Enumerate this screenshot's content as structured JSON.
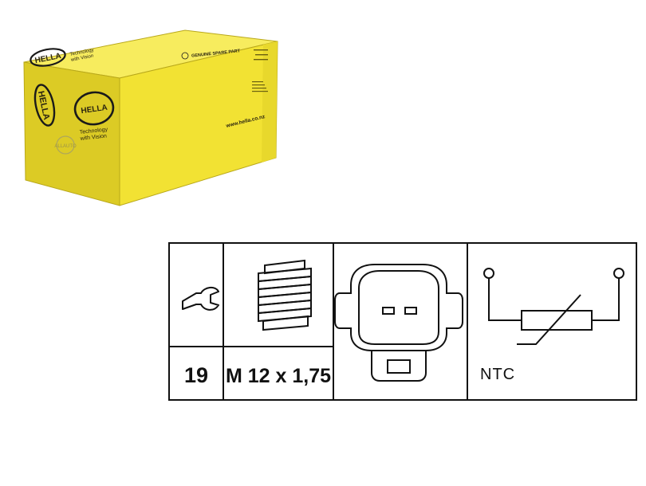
{
  "product_box": {
    "brand": "HELLA",
    "side_brand": "HELLA",
    "side_tagline_line1": "Technology",
    "side_tagline_line2": "with Vision",
    "top_tagline_line1": "Technology",
    "top_tagline_line2": "with Vision",
    "genuine_label": "GENUINE SPARE PART",
    "website": "www.hella.co.nz",
    "watermark": "ALLAUTO",
    "colors": {
      "box_front": "#f2e233",
      "box_side": "#d8c71f",
      "box_top": "#f7ec5e",
      "logo": "#1a1a1a"
    }
  },
  "spec_table": {
    "wrench_size": "19",
    "thread": "M 12 x 1,75",
    "sensor_type": "NTC",
    "icons": {
      "tool": "wrench-icon",
      "thread": "thread-bolt-icon",
      "connector": "connector-icon",
      "circuit": "ntc-thermistor-icon"
    }
  }
}
